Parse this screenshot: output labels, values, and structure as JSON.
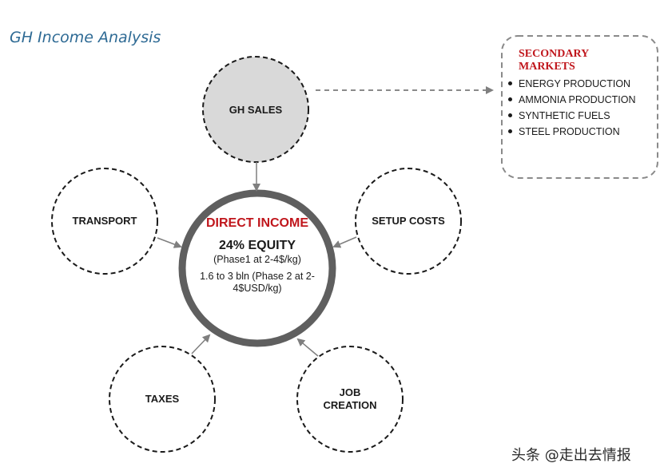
{
  "title": "GH Income Analysis",
  "center": {
    "title": "DIRECT INCOME",
    "equity": "24% EQUITY",
    "phase1": "(Phase1 at 2-4$/kg)",
    "phase2": "1.6 to 3 bln (Phase 2 at 2-4$USD/kg)"
  },
  "nodes": {
    "gh_sales": "GH SALES",
    "transport": "TRANSPORT",
    "setup_costs": "SETUP COSTS",
    "taxes": "TAXES",
    "job_creation": "JOB CREATION"
  },
  "secondary_markets": {
    "title": "SECONDARY MARKETS",
    "items": [
      "ENERGY PRODUCTION",
      "AMMONIA PRODUCTION",
      "SYNTHETIC FUELS",
      "STEEL PRODUCTION"
    ]
  },
  "watermark": "头条 @走出去情报",
  "colors": {
    "accent_red": "#c0161c",
    "title_blue": "#2e6a94",
    "gh_sales_fill": "#d9d9d9",
    "center_ring": "#5f5f5f",
    "arrow": "#7f7f7f"
  }
}
